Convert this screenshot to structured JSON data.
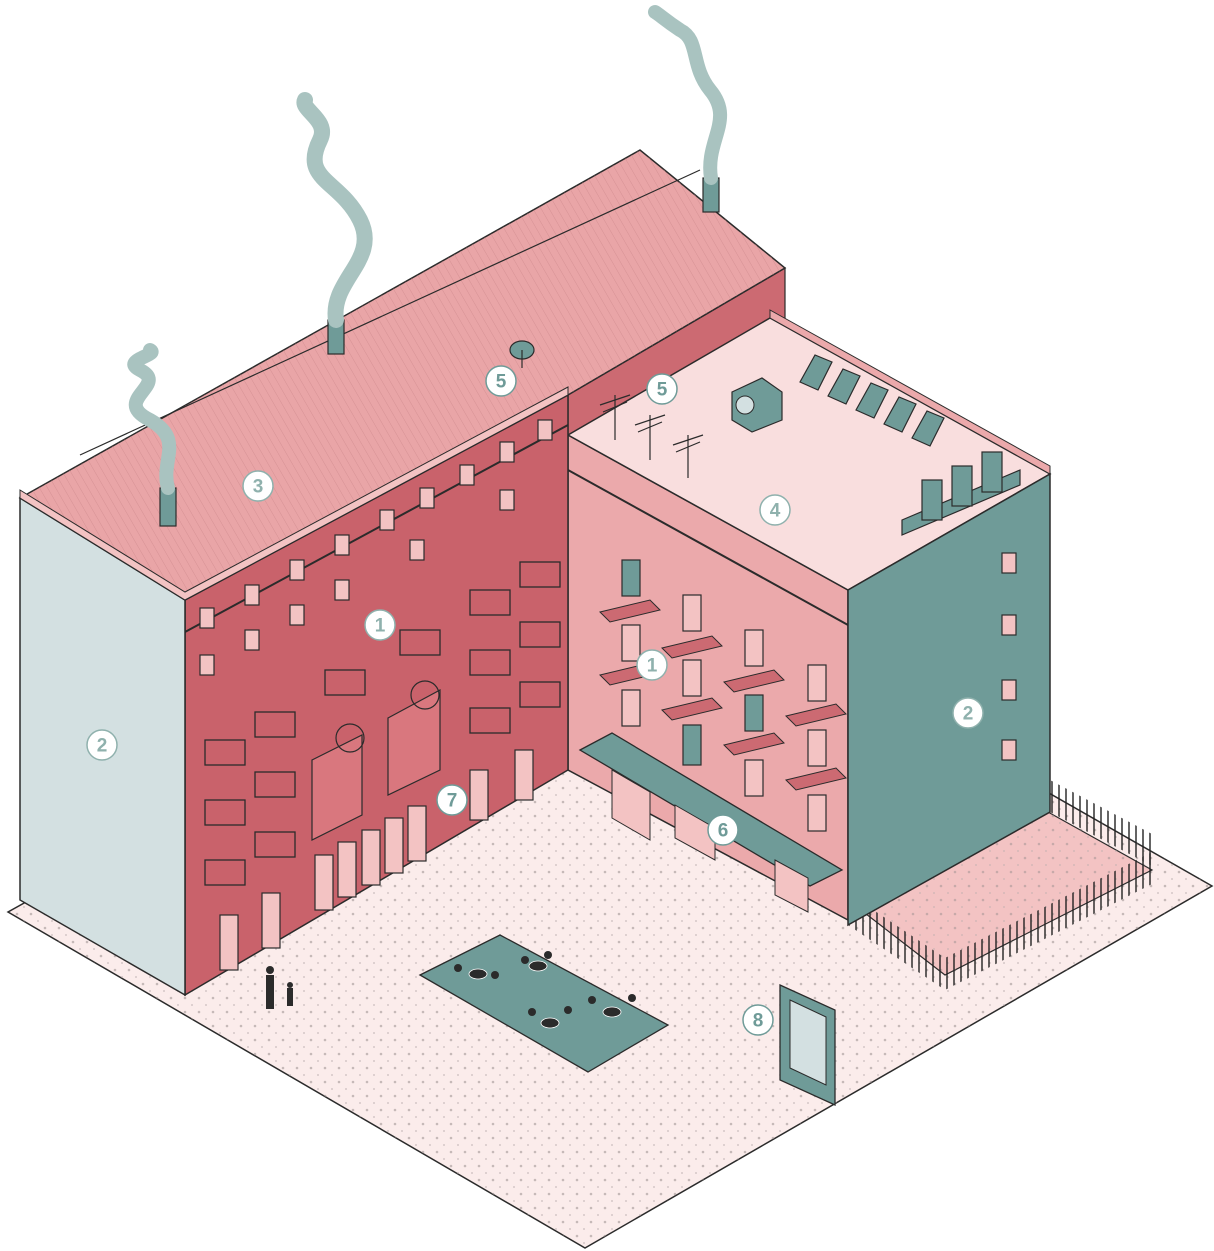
{
  "colors": {
    "facade_dark": "#c9626b",
    "facade_light": "#eba9ab",
    "roof": "#e9a5a7",
    "flat_roof": "#f9dede",
    "gable": "#d3e0e1",
    "teal": "#6f9b98",
    "smoke": "#a9c3c0",
    "ground": "#fbeceb",
    "outline": "#2b2b2b"
  },
  "markers": [
    {
      "id": "m1a",
      "label": "1",
      "style": "light"
    },
    {
      "id": "m1b",
      "label": "1",
      "style": "light"
    },
    {
      "id": "m2a",
      "label": "2",
      "style": "light"
    },
    {
      "id": "m2b",
      "label": "2",
      "style": "light"
    },
    {
      "id": "m3",
      "label": "3",
      "style": "light"
    },
    {
      "id": "m4",
      "label": "4",
      "style": "light"
    },
    {
      "id": "m5a",
      "label": "5",
      "style": "dark"
    },
    {
      "id": "m5b",
      "label": "5",
      "style": "dark"
    },
    {
      "id": "m6",
      "label": "6",
      "style": "dark"
    },
    {
      "id": "m7",
      "label": "7",
      "style": "dark"
    },
    {
      "id": "m8",
      "label": "8",
      "style": "dark"
    }
  ]
}
